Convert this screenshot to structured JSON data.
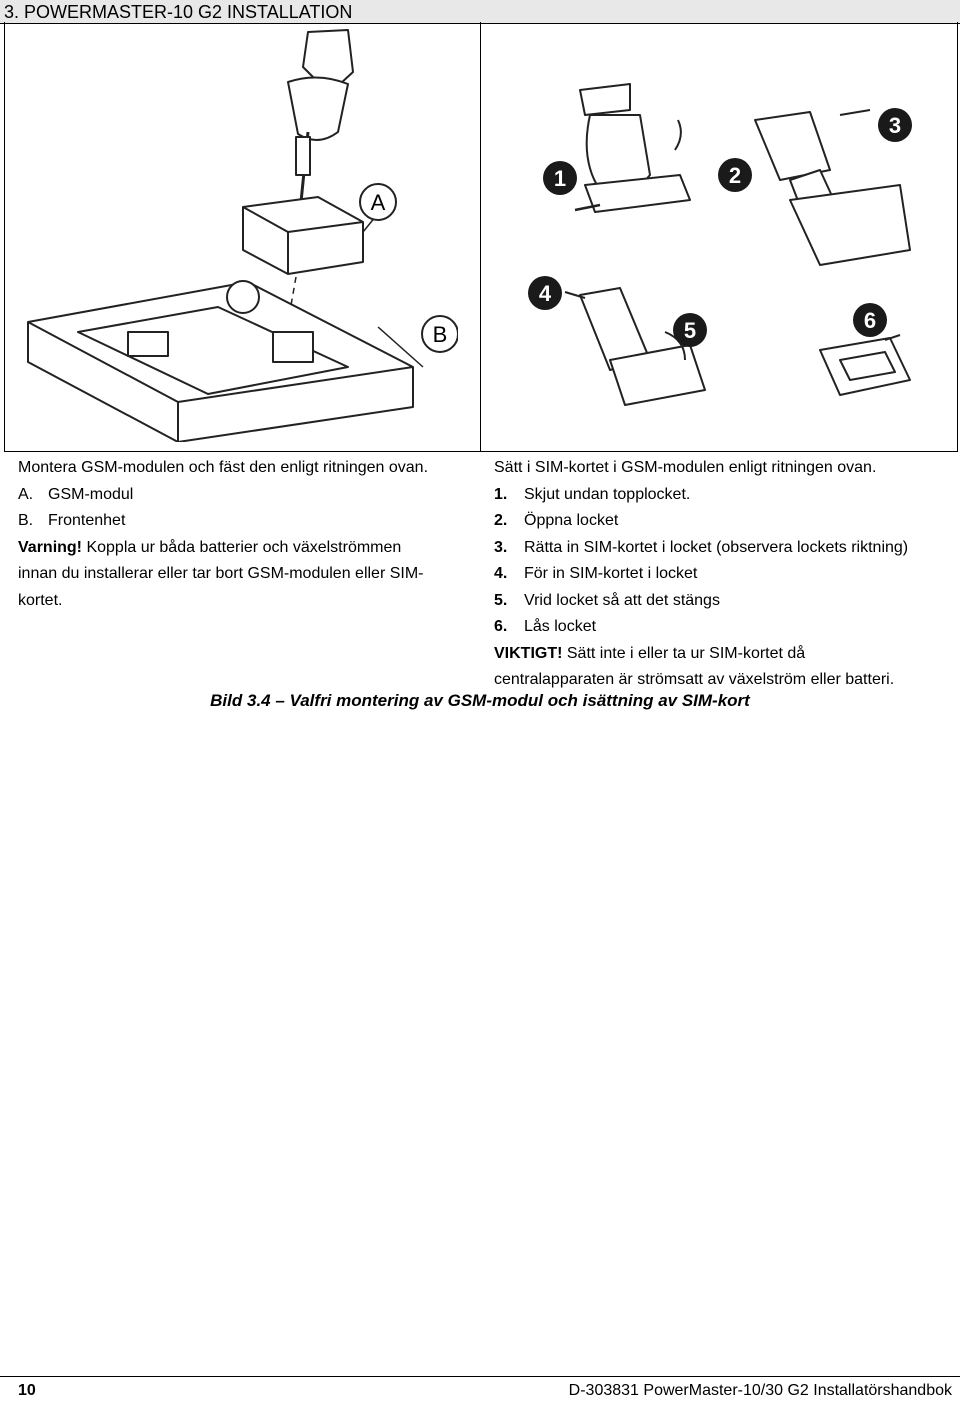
{
  "header": {
    "title": "3. POWERMASTER-10 G2 INSTALLATION"
  },
  "figure": {
    "left_labels": {
      "a": "A",
      "b": "B"
    },
    "right_steps": [
      "1",
      "2",
      "3",
      "4",
      "5",
      "6"
    ]
  },
  "left_column": {
    "intro": "Montera GSM-modulen och fäst den enligt ritningen ovan.",
    "item_a_letter": "A.",
    "item_a_text": "GSM-modul",
    "item_b_letter": "B.",
    "item_b_text": "Frontenhet",
    "warning_label": "Varning!",
    "warning_text_1": " Koppla ur båda batterier och växelströmmen",
    "warning_text_2": "innan du installerar eller tar bort GSM-modulen eller SIM-",
    "warning_text_3": "kortet."
  },
  "right_column": {
    "intro": "Sätt i SIM-kortet i GSM-modulen enligt ritningen ovan.",
    "steps": [
      {
        "num": "1.",
        "text": "Skjut undan topplocket."
      },
      {
        "num": "2.",
        "text": "Öppna locket"
      },
      {
        "num": "3.",
        "text": "Rätta in SIM-kortet i locket (observera lockets riktning)"
      },
      {
        "num": "4.",
        "text": "För in SIM-kortet i locket"
      },
      {
        "num": "5.",
        "text": "Vrid locket så att det stängs"
      },
      {
        "num": "6.",
        "text": "Lås locket"
      }
    ],
    "important_label": "VIKTIGT!",
    "important_text_1": " Sätt inte i eller ta ur SIM-kortet då",
    "important_text_2": "centralapparaten är strömsatt av växelström eller batteri."
  },
  "caption": "Bild 3.4 – Valfri montering av GSM-modul och isättning av SIM-kort",
  "footer": {
    "page_number": "10",
    "document": "D-303831 PowerMaster-10/30 G2 Installatörshandbok"
  }
}
